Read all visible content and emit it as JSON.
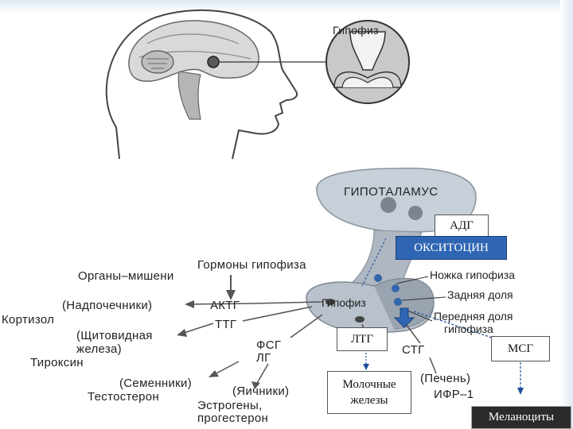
{
  "head_callout": {
    "label": "Гипофиз"
  },
  "pituitary": {
    "hypothalamus": "ГИПОТАЛАМУС",
    "stalk": "Ножка гипофиза",
    "posterior": "Задняя доля",
    "anterior_line1": "Передняя доля",
    "anterior_line2": "гипофиза",
    "gland": "Гипофиз"
  },
  "hormones_heading": "Гормоны гипофиза",
  "targets_heading": "Органы–мишени",
  "rows": {
    "actg": {
      "hormone": "АКТГ",
      "organ": "(Надпочечники)",
      "product": "Кортизол"
    },
    "ttg": {
      "hormone": "ТТГ",
      "organ_line1": "(Щитовидная",
      "organ_line2": "железа)",
      "product": "Тироксин"
    },
    "fsg": {
      "hormone_line1": "ФСГ",
      "hormone_line2": "ЛГ",
      "male_organ": "(Семенники)",
      "male_product": "Тестостерон",
      "female_organ": "(Яичники)",
      "female_product_line1": "Эстрогены,",
      "female_product_line2": "прогестерон"
    },
    "stg": {
      "hormone": "СТГ",
      "organ": "(Печень)",
      "product": "ИФР–1"
    }
  },
  "boxes": {
    "adh": "АДГ",
    "oxytocin": "ОКСИТОЦИН",
    "ltg": "ЛТГ",
    "msg": "МСГ",
    "milk_line1": "Молочные",
    "milk_line2": "железы",
    "melanocytes": "Меланоциты"
  },
  "colors": {
    "box_blue": "#2f66b3",
    "arrow_blue": "#1f4f9c",
    "dark_box": "#2b2b2b"
  }
}
